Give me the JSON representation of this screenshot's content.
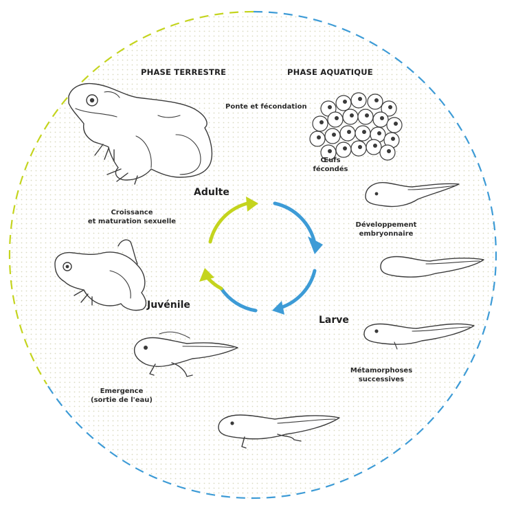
{
  "colors": {
    "terrestrial": "#c4d41e",
    "aquatic": "#3d9bd6",
    "ink": "#3a3a3a",
    "dots": "#d9d9c0"
  },
  "phases": {
    "terrestrial": "PHASE TERRESTRE",
    "aquatic": "PHASE AQUATIQUE"
  },
  "stages": {
    "adult": "Adulte",
    "larva": "Larve",
    "juvenile": "Juvénile"
  },
  "captions": {
    "spawning": "Ponte et fécondation",
    "eggs_line1": "Œufs",
    "eggs_line2": "fécondés",
    "embryo_line1": "Développement",
    "embryo_line2": "embryonnaire",
    "metamorphosis_line1": "Métamorphoses",
    "metamorphosis_line2": "successives",
    "emergence_line1": "Emergence",
    "emergence_line2": "(sortie de l'eau)",
    "growth_line1": "Croissance",
    "growth_line2": "et maturation sexuelle"
  },
  "icons": [
    "adult-frog",
    "egg-cluster",
    "tadpole",
    "tadpole-with-legs",
    "juvenile-froglet",
    "cycle-arrows"
  ]
}
